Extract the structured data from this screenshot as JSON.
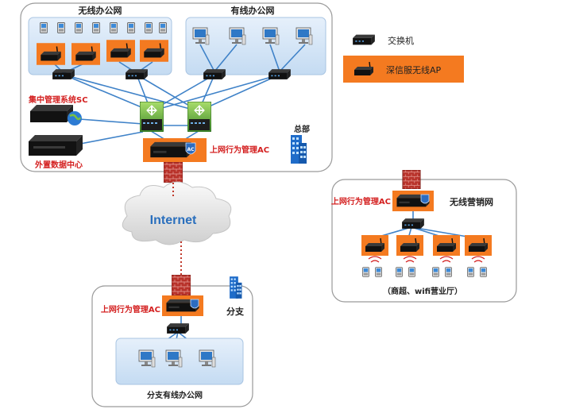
{
  "labels": {
    "wireless_office": "无线办公网",
    "wired_office": "有线办公网",
    "sc": "集中管理系统SC",
    "datacenter": "外置数据中心",
    "ac_hq": "上网行为管理AC",
    "hq": "总部",
    "internet": "Internet",
    "ac_branch": "上网行为管理AC",
    "branch": "分支",
    "branch_wired": "分支有线办公网",
    "ac_retail": "上网行为管理AC",
    "wireless_marketing": "无线营销网",
    "retail_caption": "（商超、wifi营业厅）",
    "ac_badge": "AC"
  },
  "legend": {
    "switch": "交换机",
    "ap": "深信服无线AP"
  },
  "colors": {
    "ap_orange": "#f47a20",
    "link_blue": "#3f82c8",
    "label_red": "#d42020",
    "firewall_red": "#c0392b",
    "panel_blue": "#d4e6f7",
    "core_green": "#7ac143"
  }
}
